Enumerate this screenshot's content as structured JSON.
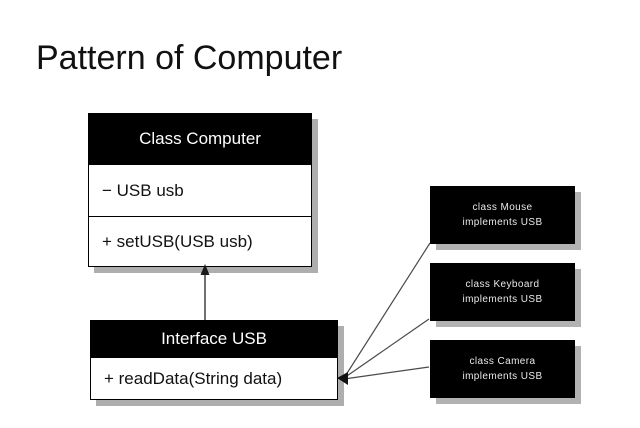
{
  "slide": {
    "title": "Pattern of Computer",
    "background_color": "#ffffff",
    "text_color": "#111111"
  },
  "diagram": {
    "type": "uml-class-diagram",
    "classes": [
      {
        "id": "class-computer",
        "name": "Class Computer",
        "header_bg": "#000000",
        "header_fg": "#ffffff",
        "attributes": [
          "− USB usb"
        ],
        "operations": [
          "+ setUSB(USB usb)"
        ]
      },
      {
        "id": "interface-usb",
        "name": "Interface USB",
        "header_bg": "#000000",
        "header_fg": "#ffffff",
        "attributes": [],
        "operations": [
          "+ readData(String data)"
        ]
      }
    ],
    "implementations": [
      {
        "id": "impl-mouse",
        "line1": "class Mouse",
        "line2": "implements USB"
      },
      {
        "id": "impl-keyboard",
        "line1": "class Keyboard",
        "line2": "implements USB"
      },
      {
        "id": "impl-camera",
        "line1": "class Camera",
        "line2": "implements USB"
      }
    ],
    "relations": [
      {
        "id": "rel-usb-to-computer",
        "from": "interface-usb",
        "to": "class-computer",
        "style": "arrow-up"
      },
      {
        "id": "rel-mouse-to-usb",
        "from": "impl-mouse",
        "to": "interface-usb",
        "style": "line"
      },
      {
        "id": "rel-keyboard-to-usb",
        "from": "impl-keyboard",
        "to": "interface-usb",
        "style": "line"
      },
      {
        "id": "rel-camera-to-usb",
        "from": "impl-camera",
        "to": "interface-usb",
        "style": "line"
      }
    ],
    "line_color": "#333333",
    "shadow_color": "#a8a8a8"
  }
}
